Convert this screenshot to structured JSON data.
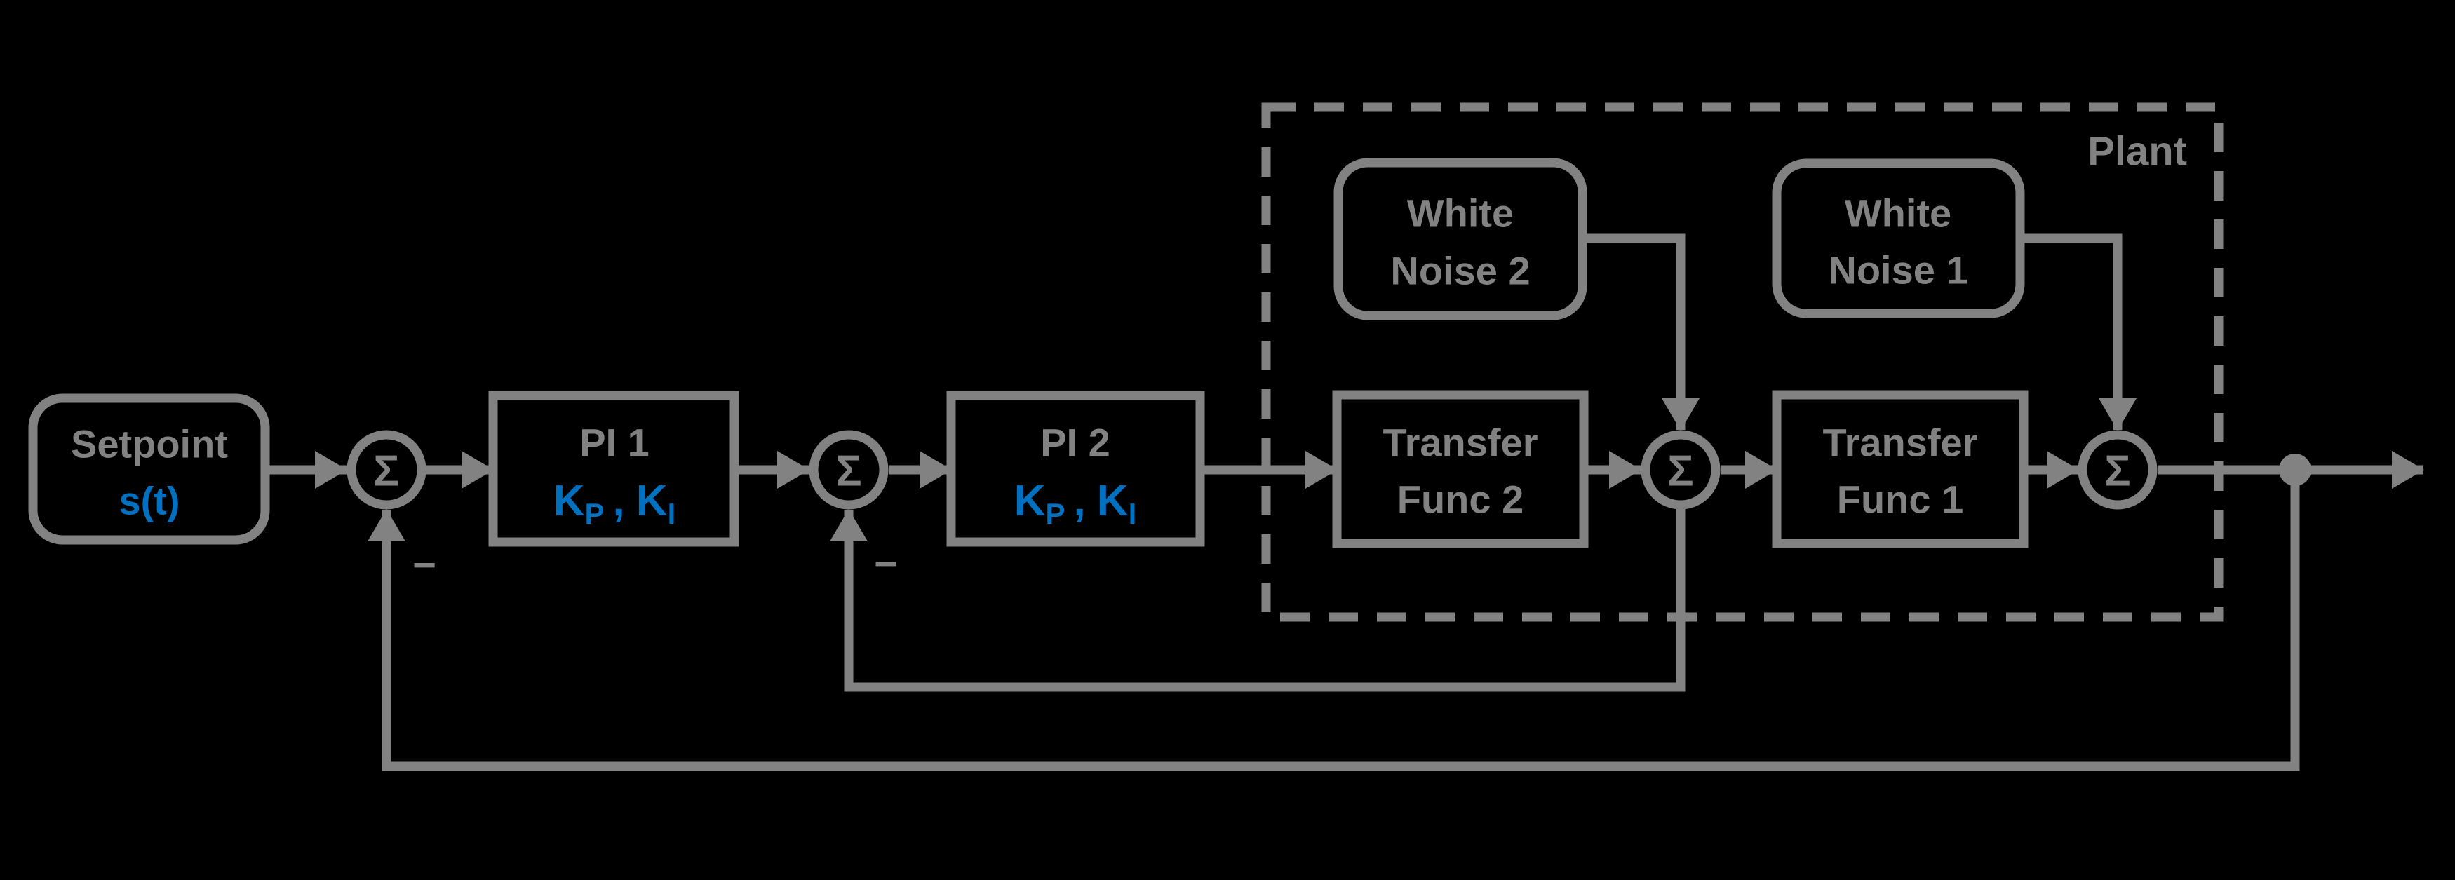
{
  "colors": {
    "background": "#000000",
    "stroke": "#828282",
    "text": "#828282",
    "accent": "#0070C0"
  },
  "blocks": {
    "setpoint": {
      "title": "Setpoint",
      "signal": "s(t)"
    },
    "pi1": {
      "title": "PI 1",
      "param1_base": "K",
      "param1_sub": "P",
      "separator": ",",
      "param2_base": "K",
      "param2_sub": "I"
    },
    "pi2": {
      "title": "PI 2",
      "param1_base": "K",
      "param1_sub": "P",
      "separator": ",",
      "param2_base": "K",
      "param2_sub": "I"
    },
    "white_noise_2": {
      "line1": "White",
      "line2": "Noise 2"
    },
    "white_noise_1": {
      "line1": "White",
      "line2": "Noise 1"
    },
    "transfer_func_2": {
      "line1": "Transfer",
      "line2": "Func 2"
    },
    "transfer_func_1": {
      "line1": "Transfer",
      "line2": "Func 1"
    }
  },
  "plant": {
    "label": "Plant"
  },
  "sums": {
    "symbol": "Σ",
    "minus_sign": "−"
  }
}
